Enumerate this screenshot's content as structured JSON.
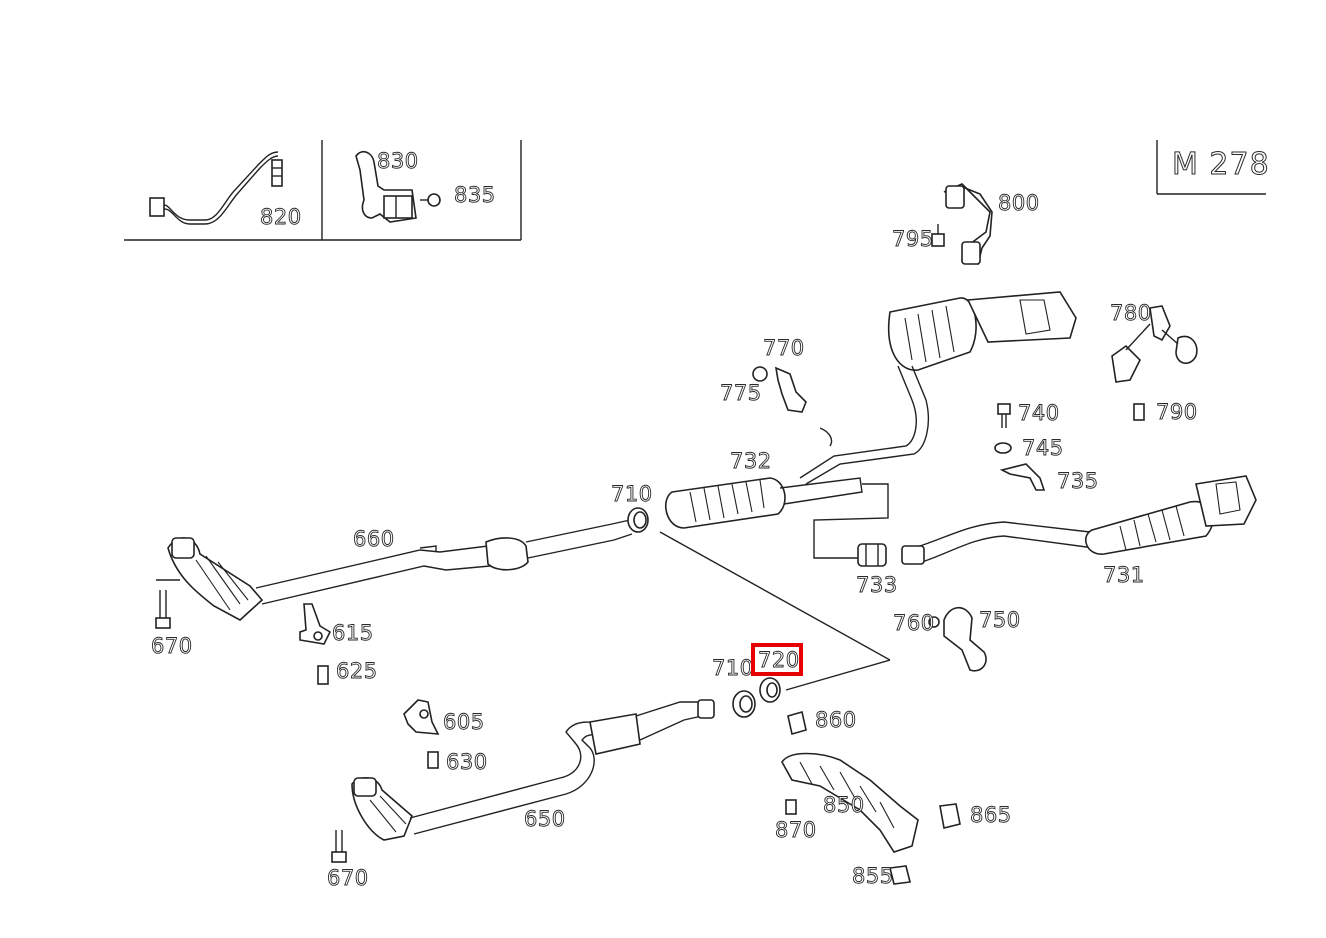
{
  "diagram": {
    "model_label": "M 278",
    "highlighted_part": "720",
    "highlight_color": "#e60000",
    "parts": [
      {
        "id": "p820",
        "label": "820",
        "name": "oxygen-sensor"
      },
      {
        "id": "p830",
        "label": "830",
        "name": "sensor-bracket"
      },
      {
        "id": "p835",
        "label": "835",
        "name": "bracket-bolt"
      },
      {
        "id": "p800",
        "label": "800",
        "name": "rear-hanger"
      },
      {
        "id": "p795",
        "label": "795",
        "name": "hanger-bolt"
      },
      {
        "id": "p780",
        "label": "780",
        "name": "right-hanger"
      },
      {
        "id": "p790",
        "label": "790",
        "name": "right-hanger-bolt"
      },
      {
        "id": "p770",
        "label": "770",
        "name": "mid-hanger"
      },
      {
        "id": "p775",
        "label": "775",
        "name": "mid-hanger-nut"
      },
      {
        "id": "p740",
        "label": "740",
        "name": "bolt-740"
      },
      {
        "id": "p745",
        "label": "745",
        "name": "washer-745"
      },
      {
        "id": "p735",
        "label": "735",
        "name": "strap-735"
      },
      {
        "id": "p732",
        "label": "732",
        "name": "left-rear-muffler"
      },
      {
        "id": "p733",
        "label": "733",
        "name": "pipe-clamp-733"
      },
      {
        "id": "p731",
        "label": "731",
        "name": "right-rear-muffler"
      },
      {
        "id": "p710a",
        "label": "710",
        "name": "clamp-710-upper"
      },
      {
        "id": "p660",
        "label": "660",
        "name": "left-front-pipe"
      },
      {
        "id": "p670a",
        "label": "670",
        "name": "stud-670-upper"
      },
      {
        "id": "p615",
        "label": "615",
        "name": "bracket-615"
      },
      {
        "id": "p625",
        "label": "625",
        "name": "bolt-625"
      },
      {
        "id": "p760",
        "label": "760",
        "name": "nut-760"
      },
      {
        "id": "p750",
        "label": "750",
        "name": "hanger-750"
      },
      {
        "id": "p710b",
        "label": "710",
        "name": "clamp-710-lower"
      },
      {
        "id": "p720",
        "label": "720",
        "name": "seal-ring-720"
      },
      {
        "id": "p860",
        "label": "860",
        "name": "clip-860"
      },
      {
        "id": "p605",
        "label": "605",
        "name": "bracket-605"
      },
      {
        "id": "p630",
        "label": "630",
        "name": "bolt-630"
      },
      {
        "id": "p650",
        "label": "650",
        "name": "right-front-pipe"
      },
      {
        "id": "p850",
        "label": "850",
        "name": "crossmember-850"
      },
      {
        "id": "p870",
        "label": "870",
        "name": "bolt-870"
      },
      {
        "id": "p865",
        "label": "865",
        "name": "clip-865"
      },
      {
        "id": "p855",
        "label": "855",
        "name": "clip-855"
      },
      {
        "id": "p670b",
        "label": "670",
        "name": "stud-670-lower"
      }
    ]
  }
}
